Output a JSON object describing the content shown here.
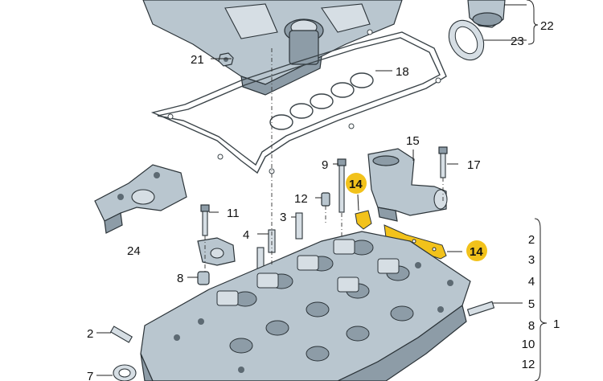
{
  "highlight_color": "#f2c21b",
  "callouts": {
    "c22": "22",
    "c23": "23",
    "c21": "21",
    "c18": "18",
    "c15": "15",
    "c17": "17",
    "c9": "9",
    "c14a": "14",
    "c12": "12",
    "c11": "11",
    "c3": "3",
    "c4": "4",
    "c24": "24",
    "c14b": "14",
    "c8": "8",
    "c2l": "2",
    "c7": "7",
    "c5": "5",
    "c1": "1"
  },
  "right_column": [
    "2",
    "3",
    "4",
    "5",
    "8",
    "10",
    "12"
  ]
}
